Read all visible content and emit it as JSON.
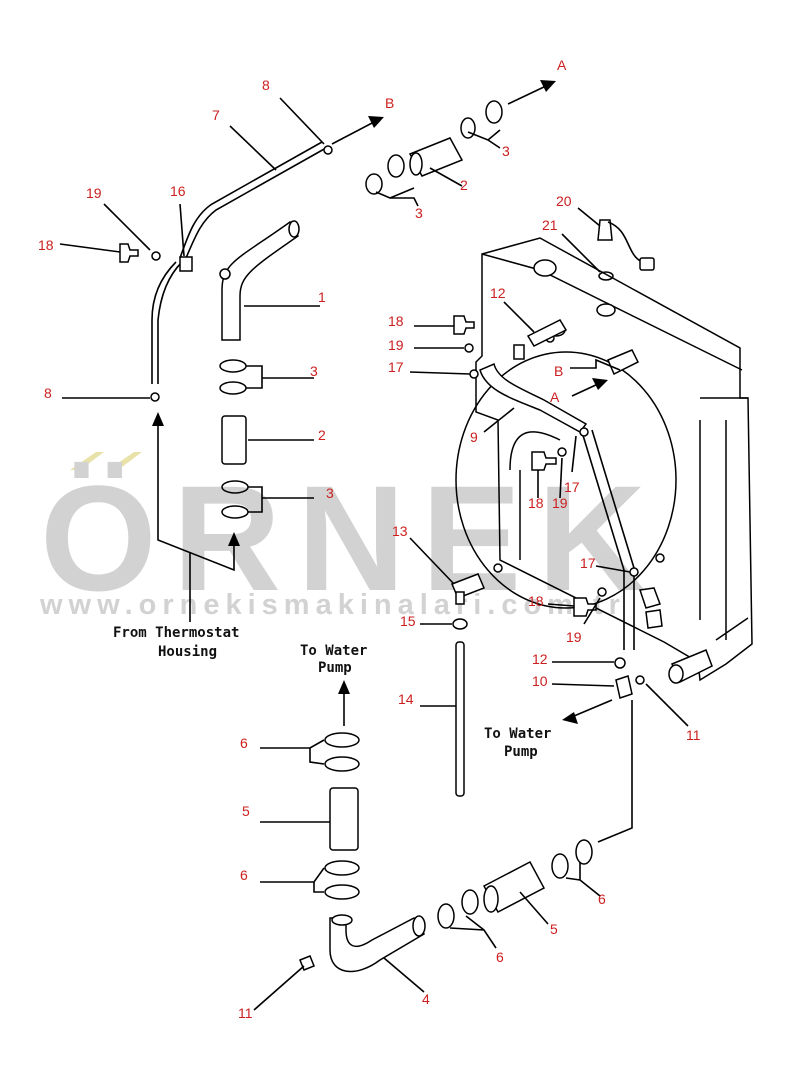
{
  "watermark": {
    "brand": "ÖRNEK",
    "url": "www.ornekismakinalari.com.tr",
    "brand_color": "#d2d2d2",
    "accent_color": "#e8e2a8"
  },
  "callouts": {
    "c20": "20",
    "c21": "21",
    "cA_top": "A",
    "cB_top": "B",
    "c8_top": "8",
    "c7": "7",
    "c3_top": "3",
    "c2_top": "2",
    "c3_mid": "3",
    "c19_left": "19",
    "c16": "16",
    "c18_left": "18",
    "c1": "1",
    "c3_left_a": "3",
    "c2_left": "2",
    "c3_left_b": "3",
    "c8_left": "8",
    "c12_top": "12",
    "c18_r1": "18",
    "c19_r1": "19",
    "c17_r1": "17",
    "cB_r": "B",
    "cA_r": "A",
    "c9": "9",
    "c17_r2": "17",
    "c18_mid": "18",
    "c19_mid": "19",
    "c13": "13",
    "c17_r3": "17",
    "c18_r2": "18",
    "c19_r2": "19",
    "c15": "15",
    "c12_bot": "12",
    "c10": "10",
    "c11_r": "11",
    "c14": "14",
    "c6_a": "6",
    "c5_a": "5",
    "c6_b": "6",
    "c6_c": "6",
    "c5_b": "5",
    "c6_d": "6",
    "c4": "4",
    "c11_bot": "11"
  },
  "labels": {
    "from_thermostat_1": "From Thermostat",
    "from_thermostat_2": "Housing",
    "to_water_pump_left_1": "To Water",
    "to_water_pump_left_2": "Pump",
    "to_water_pump_right_1": "To Water",
    "to_water_pump_right_2": "Pump"
  }
}
